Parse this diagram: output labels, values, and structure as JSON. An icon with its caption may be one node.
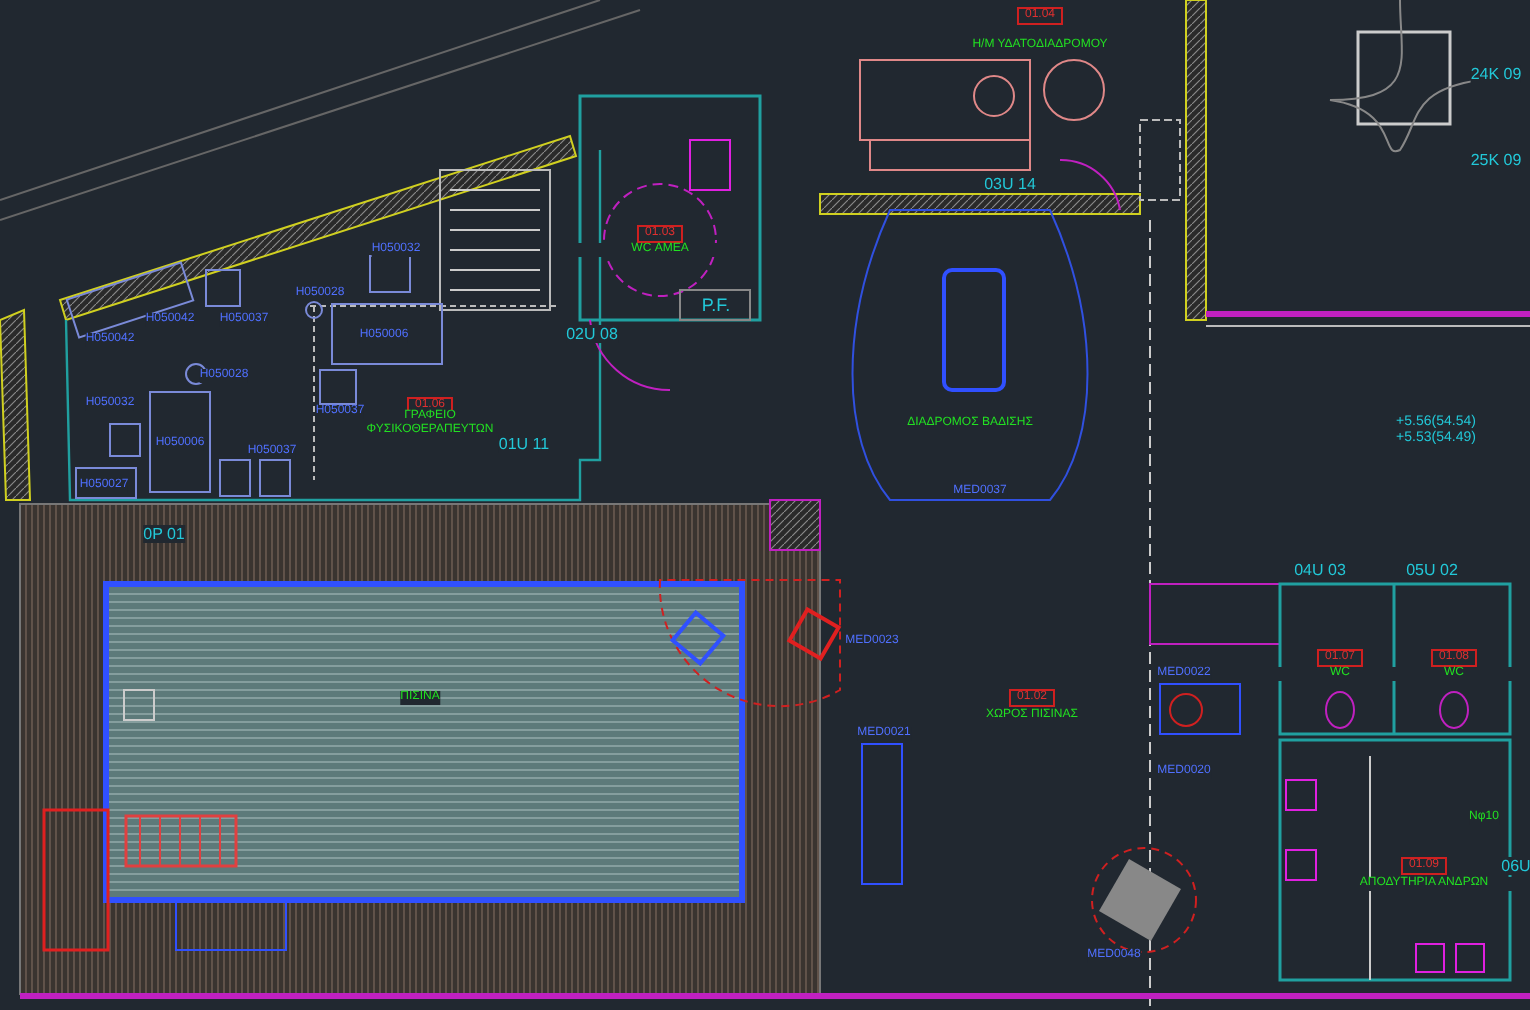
{
  "diagram": {
    "labels": [
      "01.04",
      "Η/Μ ΥΔΑΤΟΔΙΑΔΡΟΜΟΥ",
      "24K 09",
      "25K 09",
      "03U 14",
      "01.03",
      "WC ΑΜΕΑ",
      "H050032",
      "H050028",
      "H050042",
      "H050042",
      "H050037",
      "H050006",
      "P.F.",
      "02U 08",
      "H050028",
      "H050032",
      "01.06",
      "ΓΡΑΦΕΙΟ ΦΥΣΙΚΟΘΕΡΑΠΕΥΤΩΝ",
      "H050037",
      "+5.56(54.54)",
      "+5.53(54.49)",
      "ΔΙΑΔΡΟΜΟΣ ΒΑΔΙΣΗΣ",
      "01U 11",
      "H050006",
      "H050037",
      "H050027",
      "MED0037",
      "0P 01",
      "04U 03",
      "05U 02",
      "MED0023",
      "01.07",
      "WC",
      "01.08",
      "WC",
      "MED0022",
      "ΠΙΣΙΝΑ",
      "01.02",
      "ΧΩΡΟΣ ΠΙΣΙΝΑΣ",
      "MED0021",
      "MED0020",
      "Nφ10",
      "06U",
      "01.09",
      "ΑΠΟΔΥΤΗΡΙΑ ΑΝΔΡΩΝ",
      "MED0048"
    ]
  }
}
